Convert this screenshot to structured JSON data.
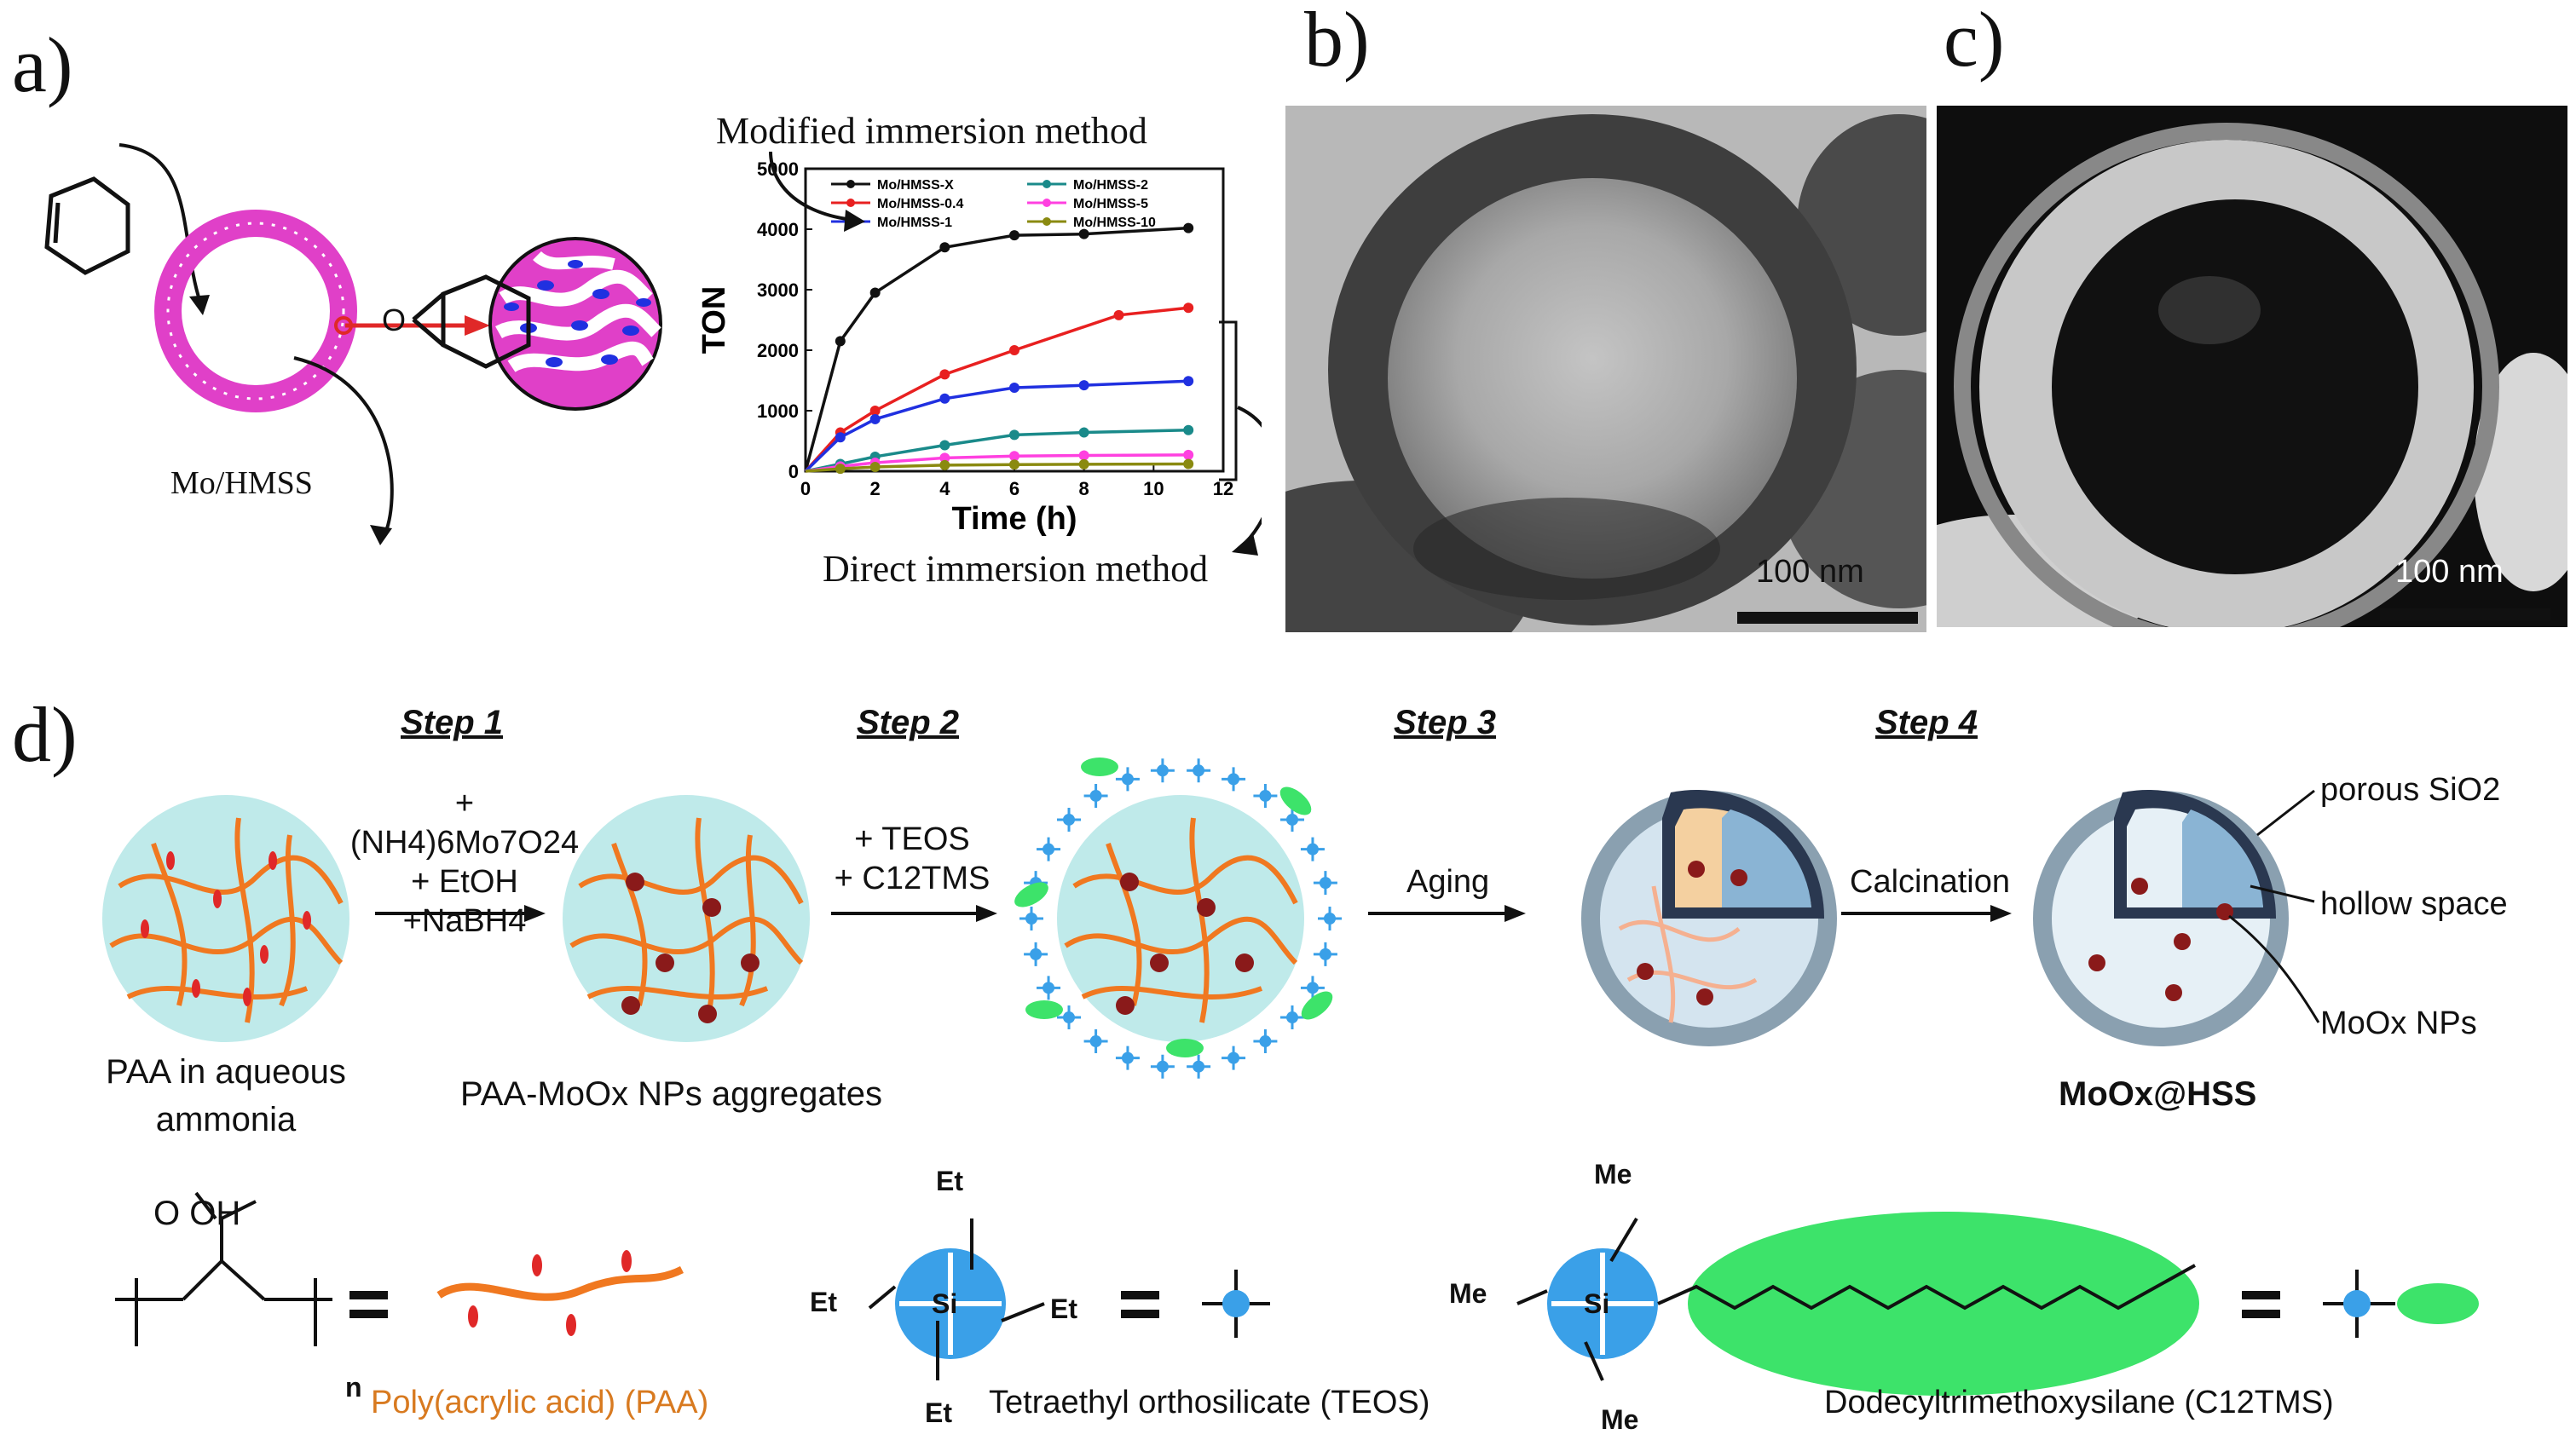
{
  "panel_labels": {
    "a": "a)",
    "b": "b)",
    "c": "c)",
    "d": "d)"
  },
  "panel_a": {
    "material_label": "Mo/HMSS",
    "modified_label": "Modified immersion method",
    "direct_label": "Direct immersion method"
  },
  "panel_b": {
    "scale_bar": "100 nm"
  },
  "panel_c": {
    "scale_bar": "100 nm"
  },
  "panel_d": {
    "steps": [
      "Step 1",
      "Step 2",
      "Step 3",
      "Step 4"
    ],
    "step1_reagents": [
      "+ (NH4)6Mo7O24",
      "+ EtOH",
      "+NaBH4"
    ],
    "step2_reagents": [
      "+ TEOS",
      "+ C12TMS"
    ],
    "step3_label": "Aging",
    "step4_label": "Calcination",
    "caption_paa": [
      "PAA in aqueous",
      "ammonia"
    ],
    "caption_aggregates": "PAA-MoOx NPs aggregates",
    "caption_product": "MoOx@HSS",
    "callout_porous": "porous SiO2",
    "callout_hollow": "hollow space",
    "callout_nps": "MoOx NPs",
    "legend_paa": "Poly(acrylic acid)  (PAA)",
    "legend_teos": "Tetraethyl orthosilicate (TEOS)",
    "legend_c12": "Dodecyltrimethoxysilane (C12TMS)",
    "chem_oh": "O    OH",
    "chem_n": "n",
    "chem_et": "Et",
    "chem_me": "Me",
    "chem_si": "Si",
    "chem_o": "O",
    "equals": "="
  },
  "colors": {
    "pink": "#e040c8",
    "orange": "#f07820",
    "red_drop": "#e02828",
    "sphere": "#bfeaea",
    "blue": "#3aa0e8",
    "green": "#3de36a",
    "brown": "#d87a20"
  },
  "chart_data": {
    "type": "line",
    "title": "",
    "xlabel": "Time (h)",
    "ylabel": "TON",
    "xlim": [
      0,
      12
    ],
    "ylim": [
      0,
      5000
    ],
    "xticks": [
      0,
      2,
      4,
      6,
      8,
      10,
      12
    ],
    "yticks": [
      0,
      1000,
      2000,
      3000,
      4000,
      5000
    ],
    "legend_position": "top",
    "series": [
      {
        "name": "Mo/HMSS-X",
        "color": "#111111",
        "x": [
          0,
          1,
          2,
          4,
          6,
          8,
          11
        ],
        "y": [
          0,
          2150,
          2950,
          3700,
          3900,
          3920,
          4020
        ]
      },
      {
        "name": "Mo/HMSS-0.4",
        "color": "#e82020",
        "x": [
          0,
          1,
          2,
          4,
          6,
          9,
          11
        ],
        "y": [
          0,
          640,
          1000,
          1600,
          2000,
          2580,
          2700
        ]
      },
      {
        "name": "Mo/HMSS-1",
        "color": "#2030e0",
        "x": [
          0,
          1,
          2,
          4,
          6,
          8,
          11
        ],
        "y": [
          0,
          560,
          860,
          1200,
          1380,
          1420,
          1490
        ]
      },
      {
        "name": "Mo/HMSS-2",
        "color": "#1a8a8a",
        "x": [
          0,
          1,
          2,
          4,
          6,
          8,
          11
        ],
        "y": [
          0,
          120,
          240,
          430,
          600,
          640,
          680
        ]
      },
      {
        "name": "Mo/HMSS-5",
        "color": "#ff40e0",
        "x": [
          0,
          1,
          2,
          4,
          6,
          8,
          11
        ],
        "y": [
          0,
          80,
          140,
          220,
          250,
          260,
          270
        ]
      },
      {
        "name": "Mo/HMSS-10",
        "color": "#8a8a10",
        "x": [
          0,
          1,
          2,
          4,
          6,
          8,
          11
        ],
        "y": [
          0,
          40,
          70,
          100,
          110,
          115,
          120
        ]
      }
    ]
  }
}
